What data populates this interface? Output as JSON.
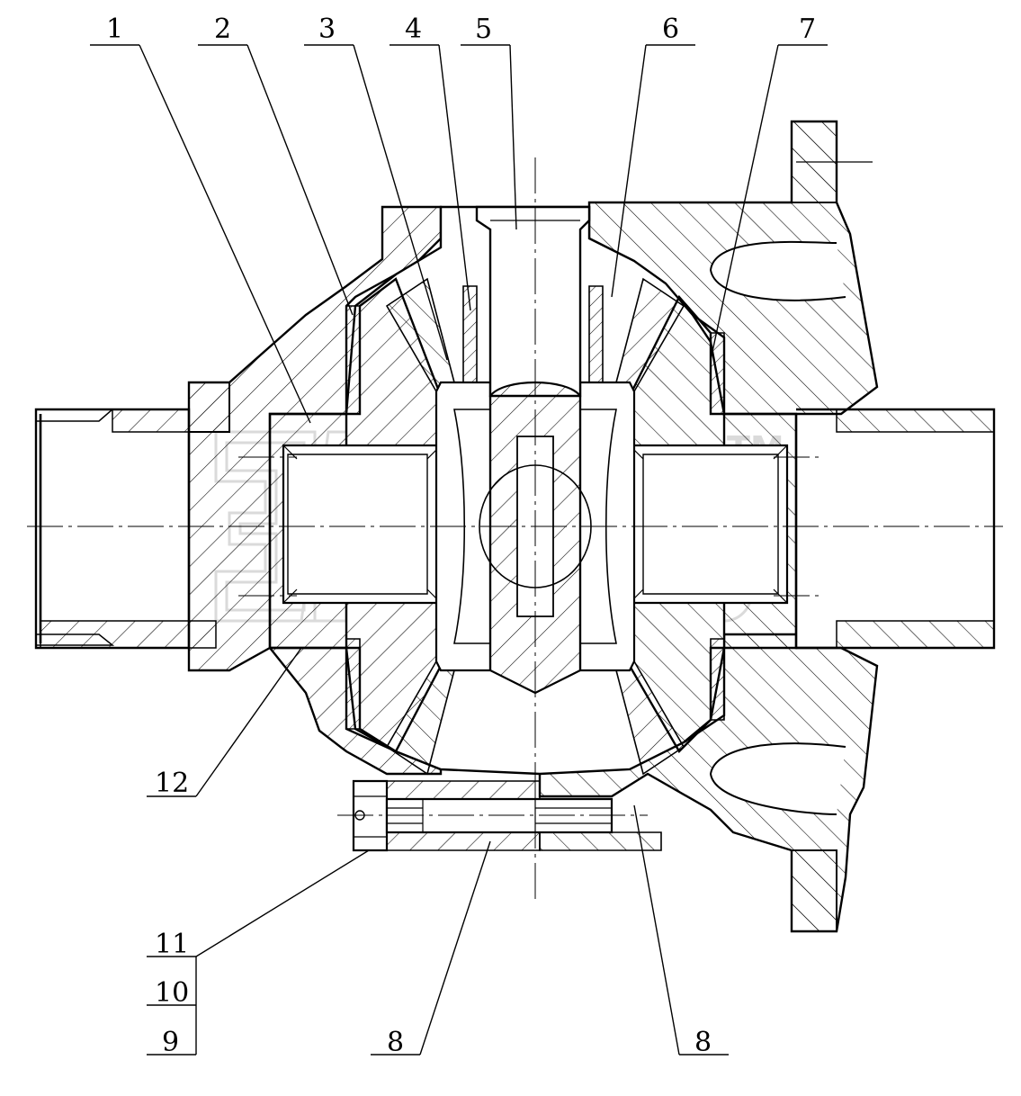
{
  "callouts": [
    {
      "id": "1",
      "text": "1"
    },
    {
      "id": "2",
      "text": "2"
    },
    {
      "id": "3",
      "text": "3"
    },
    {
      "id": "4",
      "text": "4"
    },
    {
      "id": "5",
      "text": "5"
    },
    {
      "id": "6",
      "text": "6"
    },
    {
      "id": "7",
      "text": "7"
    },
    {
      "id": "12",
      "text": "12"
    },
    {
      "id": "11",
      "text": "11"
    },
    {
      "id": "10",
      "text": "10"
    },
    {
      "id": "9",
      "text": "9"
    },
    {
      "id": "8a",
      "text": "8"
    },
    {
      "id": "8b",
      "text": "8"
    }
  ],
  "watermark": {
    "text": "эмсь",
    "tm": "TM",
    "color": "#bdbdbd"
  },
  "colors": {
    "line": "#000000",
    "hatch": "#000000",
    "background": "#ffffff"
  }
}
